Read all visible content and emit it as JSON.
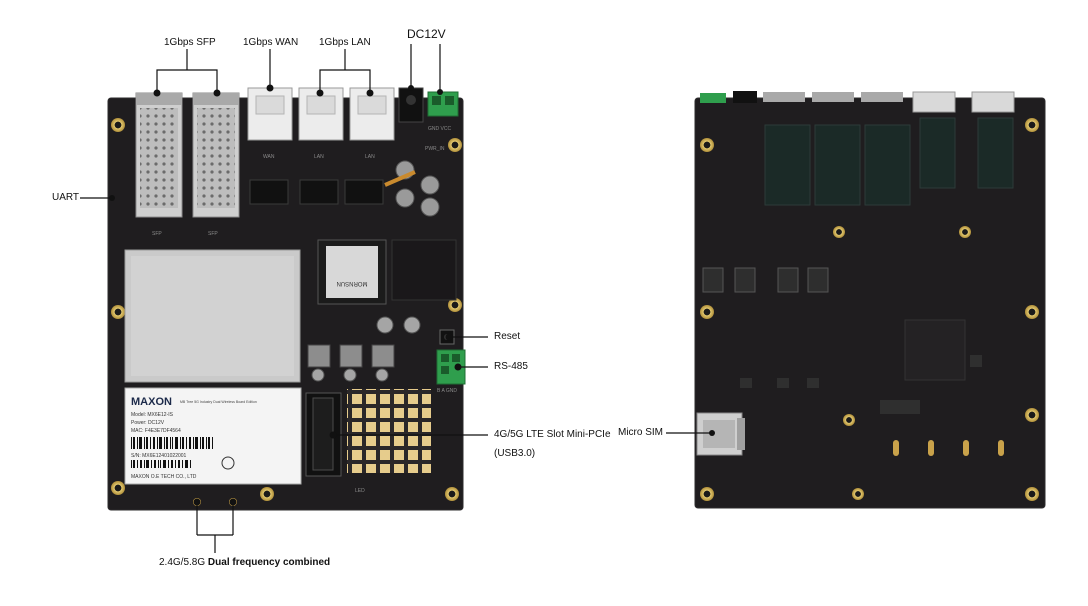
{
  "labels": {
    "sfp": "1Gbps SFP",
    "wan": "1Gbps WAN",
    "lan": "1Gbps LAN",
    "dc": "DC12V",
    "uart": "UART",
    "reset": "Reset",
    "rs485": "RS-485",
    "lte_line1": "4G/5G LTE Slot Mini-PCIe",
    "lte_line2": "(USB3.0)",
    "antenna_prefix": "2.4G/5.8G",
    "antenna_suffix": "Dual frequency combined",
    "micro_sim": "Micro SIM"
  },
  "sticker": {
    "brand": "MAXON",
    "tagline": "MB Tree 5G Industry Dual Wireless Board Edition",
    "model": "Model: MX6E12-IS",
    "power": "Power: DC12V",
    "mac": "MAC: F4E3E7DF4564",
    "serial": "S/N: MX6E12401022001",
    "company": "MAXON O.E TECH CO., LTD"
  },
  "pcb_text": {
    "port_wan": "WAN",
    "port_lan1": "LAN",
    "port_lan2": "LAN",
    "sfp1": "SFP",
    "sfp2": "SFP",
    "mornsun": "MORNSUN",
    "pwr": "PWR_IN",
    "dc_marks": "GND VCC",
    "rs485_marks": "B A GND",
    "led": "LED"
  },
  "colors": {
    "pcb": "#1f1d1f",
    "pcb_edge": "#2b292b",
    "sfp_metal": "#b9b9b9",
    "rj45": "#e9e9e9",
    "shield": "#c9c9c9",
    "gold": "#d9b45a",
    "terminal": "#2f9e4d"
  }
}
